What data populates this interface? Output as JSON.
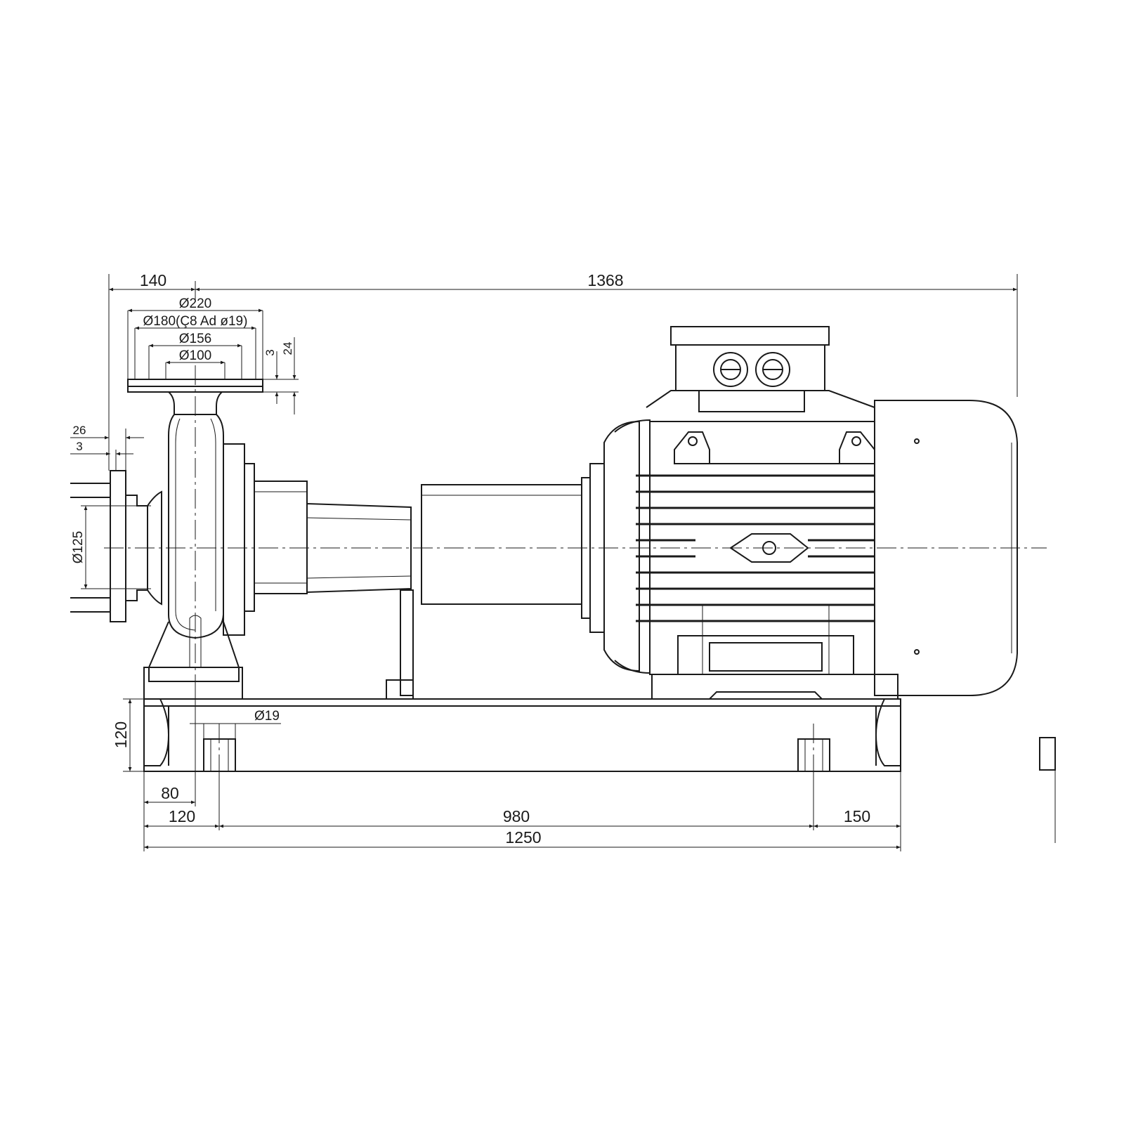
{
  "drawing": {
    "dimensions": {
      "overall_length": "1368",
      "suction_offset": "140",
      "flange_d220": "Ø220",
      "flange_d180": "Ø180(Ç8 Ad ø19)",
      "flange_d156": "Ø156",
      "flange_d100": "Ø100",
      "flange_thk_3": "3",
      "flange_thk_24": "24",
      "inlet_26": "26",
      "inlet_3": "3",
      "inlet_d125": "Ø125",
      "base_height": "120",
      "anchor_hole": "Ø19",
      "base_80": "80",
      "base_120": "120",
      "base_980": "980",
      "base_150": "150",
      "base_length": "1250"
    },
    "units": "mm"
  }
}
